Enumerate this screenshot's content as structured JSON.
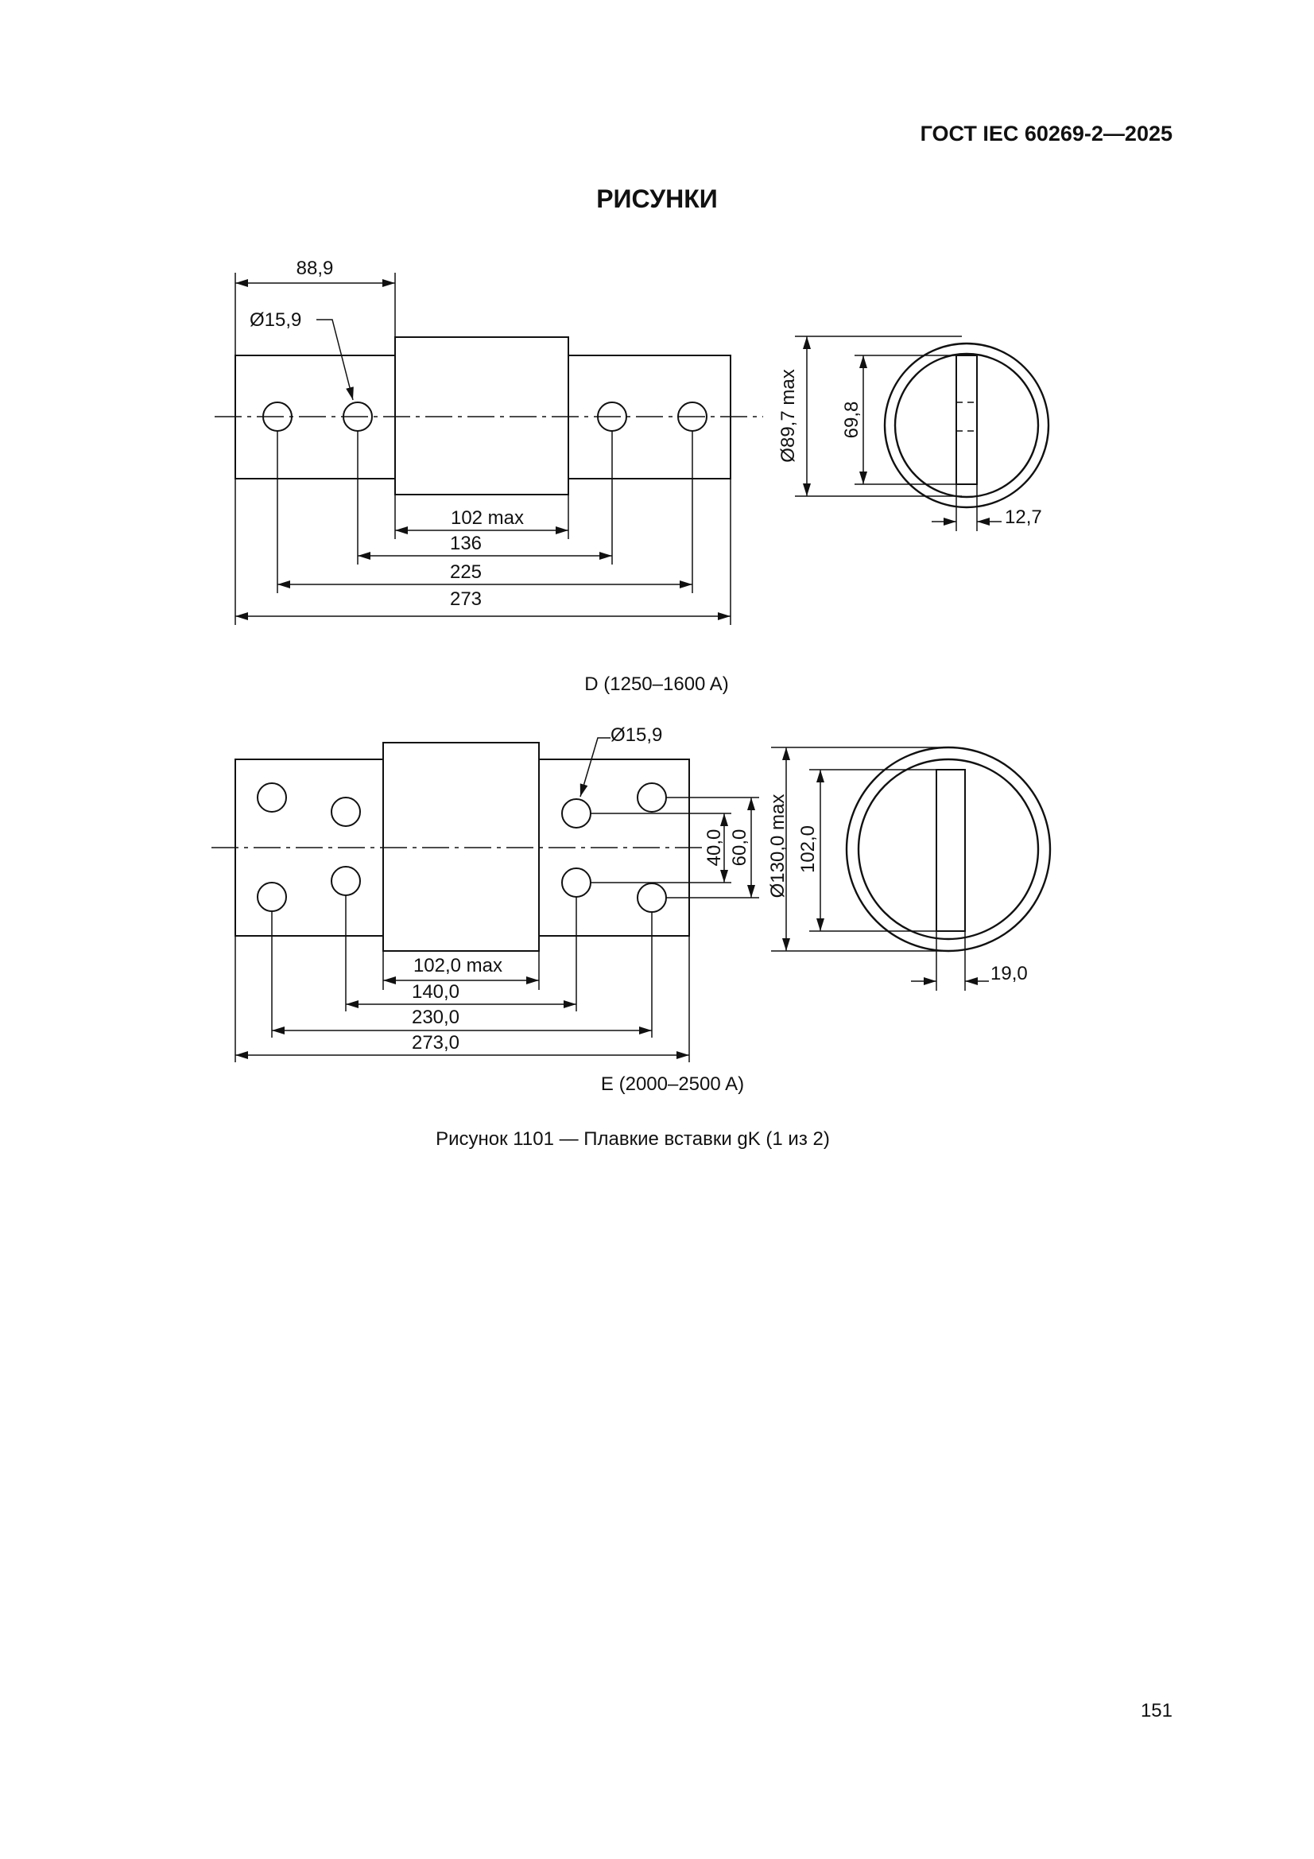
{
  "header": {
    "doc_code": "ГОСТ IEC 60269-2—2025",
    "section_title": "РИСУНКИ"
  },
  "figure_d": {
    "dim_width_left": "88,9",
    "dim_hole_diameter": "Ø15,9",
    "dim_body_length": "102 max",
    "dim_inner_holes": "136",
    "dim_outer_holes": "225",
    "dim_overall_length": "273",
    "dim_body_diameter": "Ø89,7 max",
    "dim_blade_height": "69,8",
    "dim_blade_thickness": "12,7",
    "caption": "D (1250–1600 A)"
  },
  "figure_e": {
    "dim_hole_diameter": "Ø15,9",
    "dim_hole_spacing_inner": "40,0",
    "dim_hole_spacing_outer": "60,0",
    "dim_body_diameter": "Ø130,0 max",
    "dim_blade_height": "102,0",
    "dim_body_length": "102,0 max",
    "dim_inner_holes": "140,0",
    "dim_outer_holes": "230,0",
    "dim_overall_length": "273,0",
    "dim_blade_thickness": "19,0",
    "caption": "E (2000–2500 A)"
  },
  "figure_caption": "Рисунок 1101 — Плавкие вставки gK (1 из 2)",
  "footer": {
    "page_number": "151"
  }
}
